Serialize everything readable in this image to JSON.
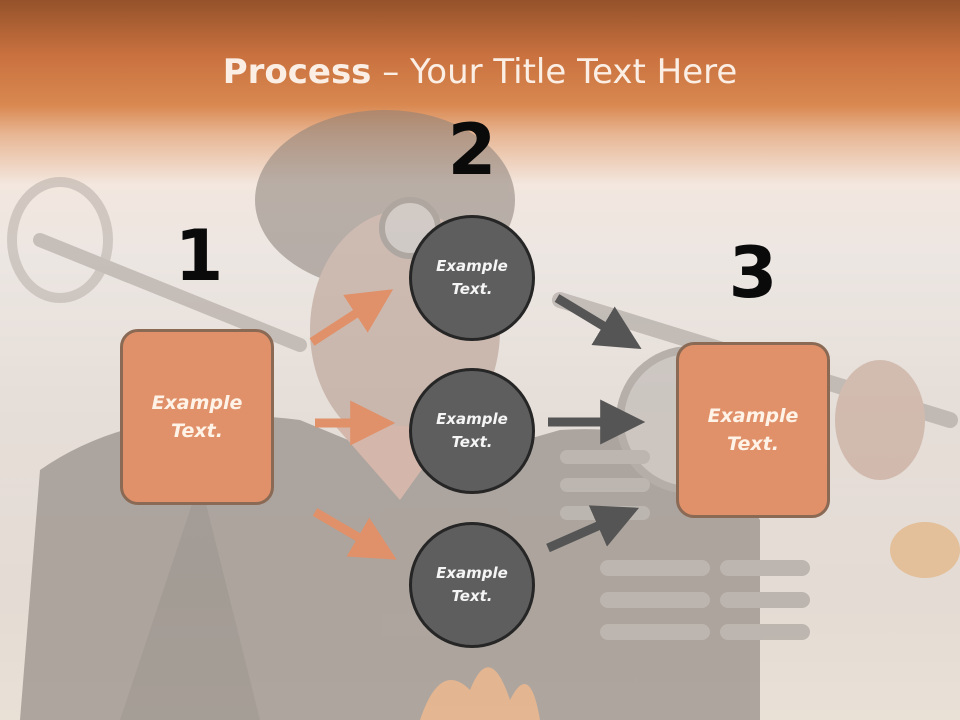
{
  "header": {
    "title_bold": "Process",
    "title_rest": " – Your Title Text Here"
  },
  "steps": [
    {
      "number": "1",
      "text": "Example\nText."
    },
    {
      "number": "2",
      "text": ""
    },
    {
      "number": "3",
      "text": "Example\nText."
    }
  ],
  "circles": [
    {
      "text": "Example\nText."
    },
    {
      "text": "Example\nText."
    },
    {
      "text": "Example\nText."
    }
  ],
  "colors": {
    "box_fill": "#e0916a",
    "left_arrows": "#e0916a",
    "circle_fill": "#5e5e5e",
    "right_arrows": "#555555",
    "header": "#c9713f"
  }
}
